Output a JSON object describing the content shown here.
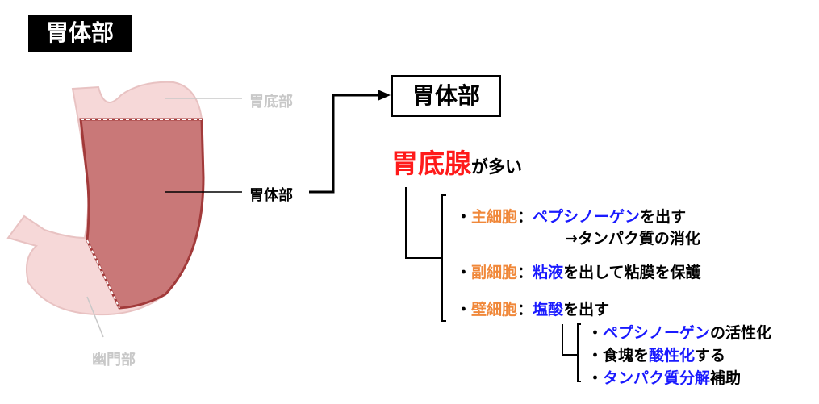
{
  "title": "胃体部",
  "stomach_labels": {
    "fundus": "胃底部",
    "body": "胃体部",
    "pylorus": "幽門部"
  },
  "box_title": "胃体部",
  "heading": {
    "main": "胃底腺",
    "rest": "が多い"
  },
  "cells": {
    "chief": {
      "bullet": "・",
      "name": "主細胞",
      "sep": "：",
      "product": "ペプシノーゲン",
      "rest": "を出す",
      "sub": "→タンパク質の消化"
    },
    "mucous": {
      "bullet": "・",
      "name": "副細胞",
      "sep": "：",
      "product": "粘液",
      "rest": "を出して粘膜を保護"
    },
    "parietal": {
      "bullet": "・",
      "name": "壁細胞",
      "sep": "：",
      "product": "塩酸",
      "rest": "を出す",
      "effects": [
        {
          "bullet": "・",
          "pre": "",
          "em": "ペプシノーゲン",
          "post": "の活性化"
        },
        {
          "bullet": "・",
          "pre": "食塊を",
          "em": "酸性化",
          "post": "する"
        },
        {
          "bullet": "・",
          "pre": "",
          "em": "タンパク質分解",
          "post": "補助"
        }
      ]
    }
  },
  "colors": {
    "stomach_pale": "#f6d8d8",
    "stomach_body": "#c97878",
    "stomach_outline": "#a23a3a",
    "accent_red": "#ff1a1a",
    "cell_name": "#f0883a",
    "keyword": "#1a1aff",
    "label_gray": "#c8c8c8"
  }
}
